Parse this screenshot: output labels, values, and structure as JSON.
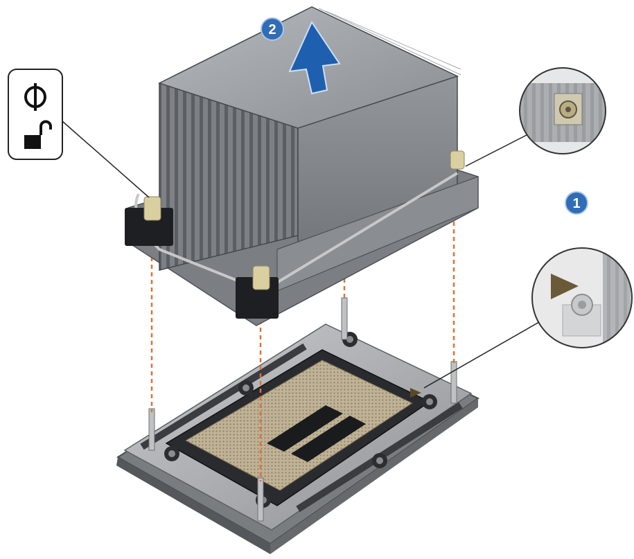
{
  "callouts": {
    "step_one": "1",
    "step_two": "2"
  },
  "colors": {
    "callout_blue": "#2f6db5",
    "arrow_blue": "#1f5fb0",
    "guide_line": "#d9733a",
    "heatsink_gray": "#8e9296",
    "heatsink_dark": "#5f6368",
    "bracket_black": "#1e1f22",
    "screw_beige": "#d9cfa0",
    "socket_gold": "#b8a98a"
  },
  "icons": {
    "legend_top": "torx-screwdriver-icon",
    "legend_bottom": "unlock-icon",
    "detail_top": "captive-screw-detail",
    "detail_bottom": "pin-one-triangle-detail"
  }
}
